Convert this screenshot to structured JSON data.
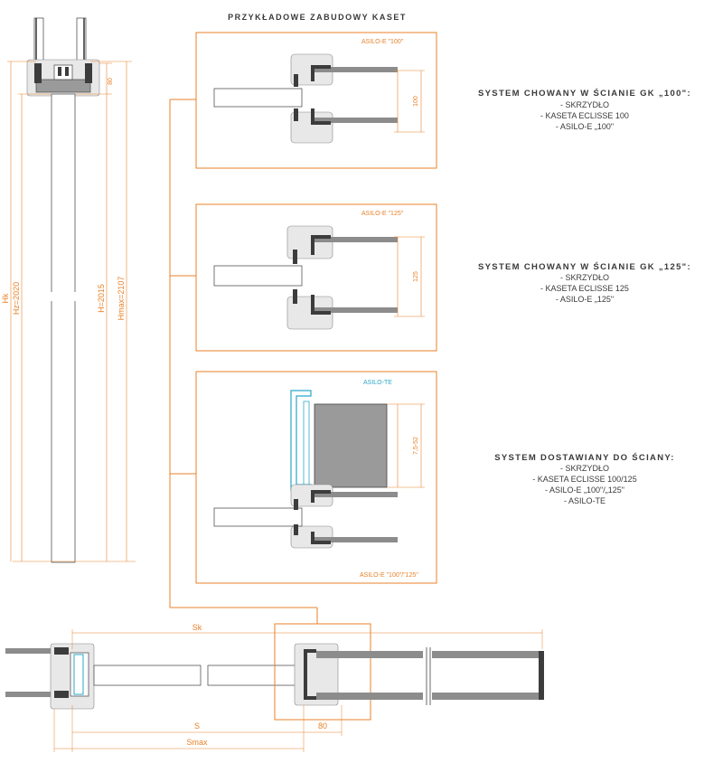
{
  "header": {
    "title": "PRZYKŁADOWE ZABUDOWY KASET"
  },
  "vertical_section": {
    "dim_80": "80",
    "dim_hk": "Hk",
    "dim_hz": "Hz=2020",
    "dim_h": "H=2015",
    "dim_hmax": "Hmax=2107"
  },
  "details": [
    {
      "label": "ASILO-E \"100\"",
      "dim": "100"
    },
    {
      "label": "ASILO-E \"125\"",
      "dim": "125"
    },
    {
      "label_top": "ASILO-TE",
      "label_bottom": "ASILO-E \"100\"/\"125\"",
      "dim": "7,5-52"
    }
  ],
  "systems": [
    {
      "title": "SYSTEM CHOWANY W ŚCIANIE GK „100\":",
      "items": [
        "- SKRZYDŁO",
        "- KASETA ECLISSE 100",
        "- ASILO-E „100\""
      ]
    },
    {
      "title": "SYSTEM CHOWANY W ŚCIANIE GK „125\":",
      "items": [
        "- SKRZYDŁO",
        "- KASETA ECLISSE 125",
        "- ASILO-E „125\""
      ]
    },
    {
      "title": "SYSTEM DOSTAWIANY DO ŚCIANY:",
      "items": [
        "- SKRZYDŁO",
        "- KASETA ECLISSE 100/125",
        "- ASILO-E „100\"/„125\"",
        "- ASILO-TE"
      ]
    }
  ],
  "plan_section": {
    "dim_sk": "Sk",
    "dim_s": "S",
    "dim_80": "80",
    "dim_smax": "Smax"
  },
  "colors": {
    "accent": "#e8822a",
    "blue": "#2aa7c9",
    "text": "#3a3a3a"
  }
}
